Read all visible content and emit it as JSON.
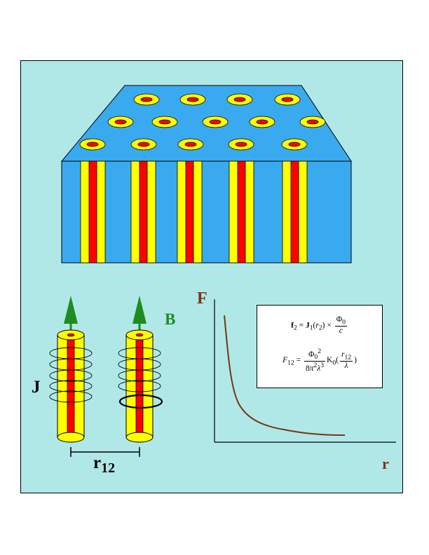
{
  "colors": {
    "background": "#b0e8e8",
    "superconductor": "#3aaaf0",
    "vortex_shell": "#ffff00",
    "vortex_core": "#ff0000",
    "field_arrow": "#1f8c1f",
    "force_curve": "#7a3311"
  },
  "labels": {
    "current": "J",
    "field": "B",
    "separation_main": "r",
    "separation_sub": "12",
    "force_axis": "F",
    "distance_axis": "r"
  },
  "formulas": {
    "eq1": "f₂ = J₁(r₂) × Φ₀ / c",
    "eq2": "F₁₂ = Φ₀² / (8π²λ³) K₀(r₁₂/λ)"
  }
}
